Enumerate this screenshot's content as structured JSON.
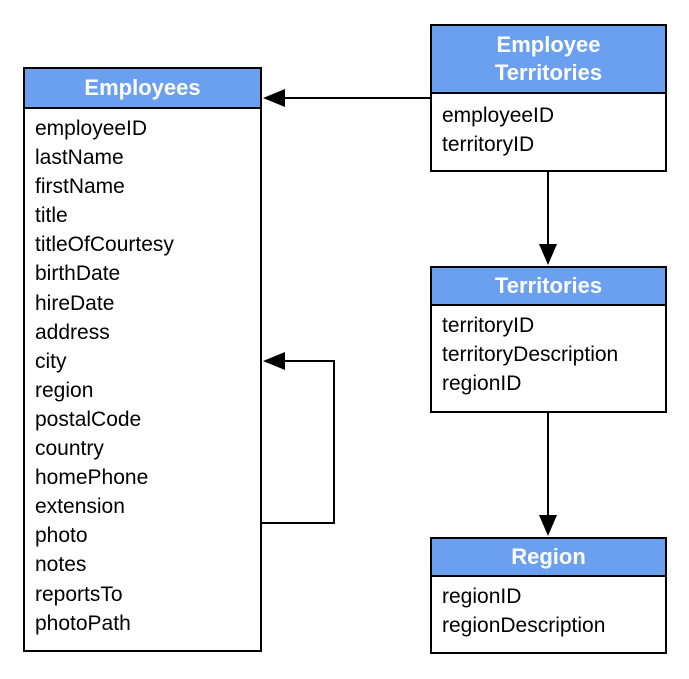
{
  "entities": {
    "employees": {
      "title": "Employees",
      "fields": [
        "employeeID",
        "lastName",
        "firstName",
        "title",
        "titleOfCourtesy",
        "birthDate",
        "hireDate",
        "address",
        "city",
        "region",
        "postalCode",
        "country",
        "homePhone",
        "extension",
        "photo",
        "notes",
        "reportsTo",
        "photoPath"
      ]
    },
    "employee_territories": {
      "title_line1": "Employee",
      "title_line2": "Territories",
      "fields": [
        "employeeID",
        "territoryID"
      ]
    },
    "territories": {
      "title": "Territories",
      "fields": [
        "territoryID",
        "territoryDescription",
        "regionID"
      ]
    },
    "region": {
      "title": "Region",
      "fields": [
        "regionID",
        "regionDescription"
      ]
    }
  },
  "colors": {
    "header_bg": "#6b9ff0",
    "header_text": "#ffffff",
    "border": "#000000"
  }
}
